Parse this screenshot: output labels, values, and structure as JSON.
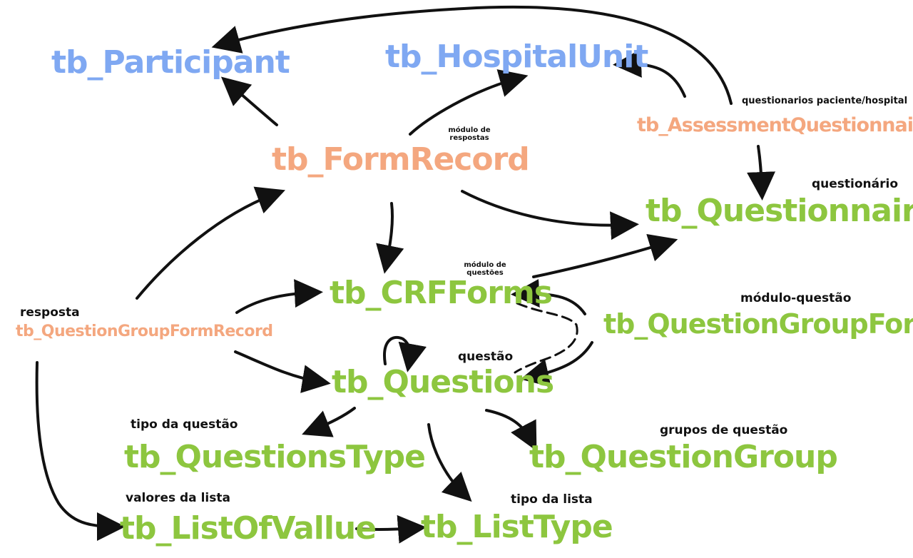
{
  "nodes": {
    "participant": "tb_Participant",
    "hospital_unit": "tb_HospitalUnit",
    "form_record": "tb_FormRecord",
    "assessment_questionnaire": "tb_AssessmentQuestionnaire",
    "questionnaire": "tb_Questionnaire",
    "crf_forms": "tb_CRFForms",
    "question_group_form": "tb_QuestionGroupForm",
    "question_group_form_record": "tb_QuestionGroupFormRecord",
    "questions": "tb_Questions",
    "questions_type": "tb_QuestionsType",
    "question_group": "tb_QuestionGroup",
    "list_of_value": "tb_ListOfVallue",
    "list_type": "tb_ListType"
  },
  "labels": {
    "modulo_respostas_1": "módulo de",
    "modulo_respostas_2": "respostas",
    "questionarios_paciente": "questionarios paciente/hospital",
    "questionario": "questionário",
    "modulo_questoes_1": "módulo de",
    "modulo_questoes_2": "questões",
    "modulo_questao": "módulo-questão",
    "resposta": "resposta",
    "questao": "questão",
    "tipo_da_questao": "tipo da questão",
    "grupos_de_questao": "grupos de questão",
    "valores_da_lista": "valores da lista",
    "tipo_da_lista": "tipo da lista"
  },
  "colors": {
    "blue": "#7fa8f2",
    "orange": "#f4a77f",
    "green": "#8dc63f",
    "arrow": "#111111"
  }
}
